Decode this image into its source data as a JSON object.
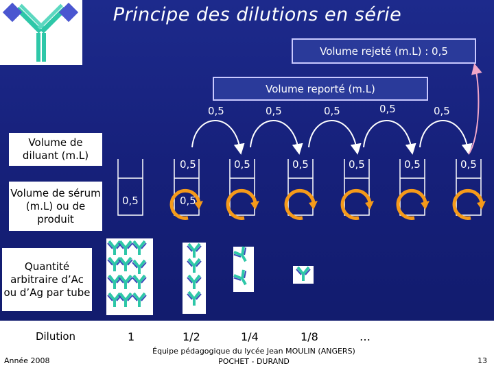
{
  "title": "Principe des dilutions en série",
  "volume_rejete": "Volume rejeté (m.L) : 0,5",
  "volume_reporte": "Volume reporté (m.L)",
  "reporte_values": [
    "0,5",
    "0,5",
    "0,5",
    "0,5",
    "0,5"
  ],
  "row_labels": {
    "diluant": "Volume de diluant (m.L)",
    "serum": "Volume de sérum (m.L) ou de produit",
    "quantite": "Quantité arbitraire d’Ac ou d’Ag par tube",
    "dilution": "Dilution"
  },
  "diluant_values": [
    "0,5",
    "0,5",
    "0,5",
    "0,5",
    "0,5",
    "0,5"
  ],
  "serum_values": [
    "0,5",
    "0,5"
  ],
  "dilutions": [
    "1",
    "1/2",
    "1/4",
    "1/8",
    "…"
  ],
  "footer": {
    "year": "Année 2008",
    "credit_line1": "Équipe pédagogique du lycée Jean MOULIN (ANGERS)",
    "credit_line2": "POCHET - DURAND",
    "page": "13"
  },
  "colors": {
    "background": "#1d2a8c",
    "antibody_green": "#2ec7a8",
    "antibody_blue": "#5a6ad8",
    "arrow_white": "#ffffff",
    "swirl_orange": "#f59a1a",
    "arrow_pink": "#f0a6c8"
  }
}
